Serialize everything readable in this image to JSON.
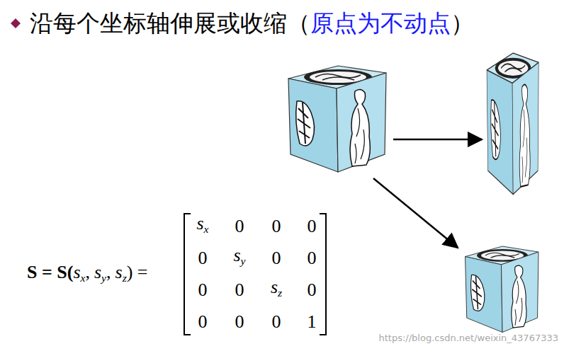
{
  "diagram": {
    "title": "沿每个坐标轴伸展或收缩",
    "labels": [
      "（",
      "原点为不动点",
      "）",
      "S = S(",
      "s",
      "x",
      ",",
      "s",
      "y",
      ",",
      "s",
      "z",
      ") =",
      "s",
      "x",
      "0",
      "0",
      "0",
      "0",
      "s",
      "y",
      "0",
      "0",
      "0",
      "0",
      "s",
      "z",
      "0",
      "0",
      "0",
      "0",
      "1",
      "https://blog.csdn.net/weixin_43767333"
    ]
  }
}
